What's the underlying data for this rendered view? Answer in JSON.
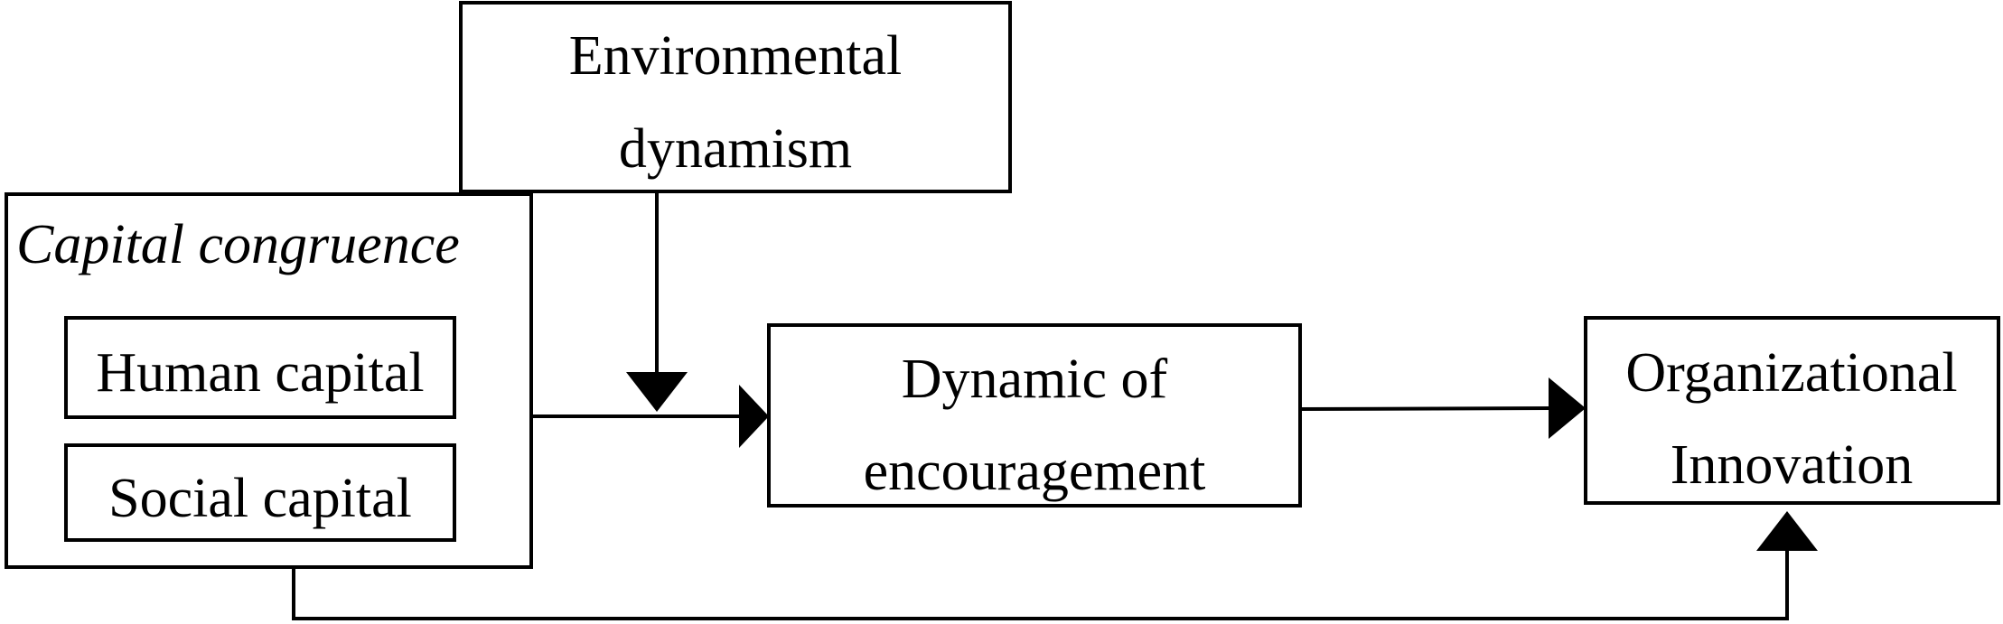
{
  "nodes": {
    "environmental_dynamism": {
      "line1": "Environmental",
      "line2": "dynamism"
    },
    "capital_congruence": {
      "title": "Capital congruence",
      "human_capital": "Human capital",
      "social_capital": "Social capital"
    },
    "dynamic_of_encouragement": {
      "line1": "Dynamic of",
      "line2": "encouragement"
    },
    "organizational_innovation": {
      "line1": "Organizational",
      "line2": "Innovation"
    }
  },
  "colors": {
    "stroke": "#000000",
    "background": "#ffffff"
  }
}
